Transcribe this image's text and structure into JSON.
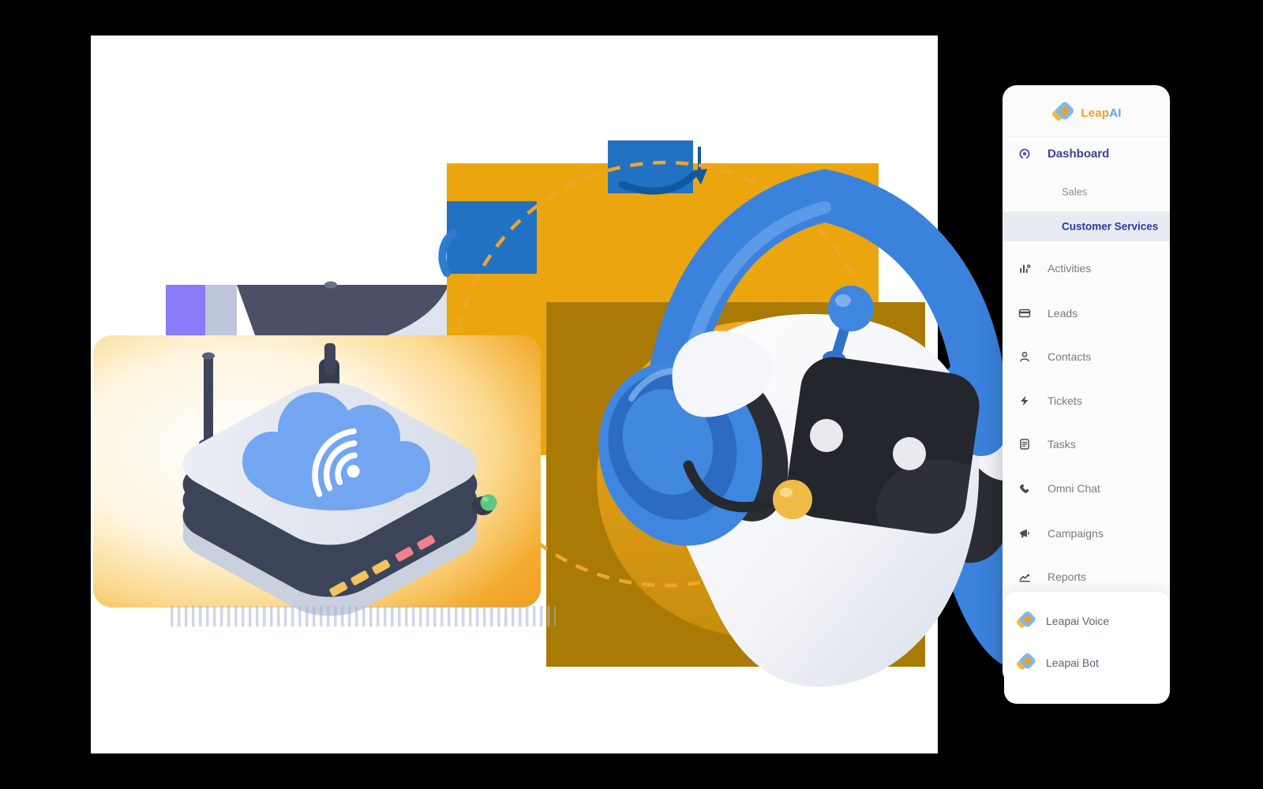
{
  "brand": {
    "logo_text_primary": "Leap",
    "logo_text_secondary": "AI",
    "logo_icon": "leapai-diamond-icon",
    "color_primary": "#F0A11B",
    "color_secondary": "#57A7E6"
  },
  "sidebar": {
    "nav": [
      {
        "label": "Dashboard",
        "icon": "gauge-icon"
      },
      {
        "label": "Sales"
      },
      {
        "label": "Customer Services"
      },
      {
        "label": "Activities",
        "icon": "bar-chart-icon"
      },
      {
        "label": "Leads",
        "icon": "credit-card-icon"
      },
      {
        "label": "Contacts",
        "icon": "person-icon"
      },
      {
        "label": "Tickets",
        "icon": "lightning-icon"
      },
      {
        "label": "Tasks",
        "icon": "clipboard-icon"
      },
      {
        "label": "Omni Chat",
        "icon": "phone-handset-icon"
      },
      {
        "label": "Campaigns",
        "icon": "megaphone-icon"
      },
      {
        "label": "Reports",
        "icon": "trend-chart-icon"
      }
    ],
    "selected_item": "Customer Services",
    "selected_bg": "#E8ECF2",
    "active_color": "#403E92",
    "selected_color": "#2B3A9B",
    "item_color": "#7B7B7B",
    "products": [
      {
        "label": "Leapai Voice",
        "icon": "leapai-diamond-icon"
      },
      {
        "label": "Leapai Bot",
        "icon": "leapai-diamond-icon"
      }
    ]
  },
  "illustration": {
    "router": {
      "icon": "cloud-wifi-router-illustration",
      "card_accent": "#EFA226",
      "cloud_blue": "#73A6F0"
    },
    "robot": {
      "icon": "support-bot-headset-illustration",
      "blue": "#3B82DC",
      "circle_amber": "#E2A117",
      "square_amber": "#A97B06"
    },
    "connector": {
      "icon": "dashed-orbit-path-icon",
      "color": "#EFA62A"
    },
    "transfer_box": {
      "icon": "curved-arrow-icon",
      "bg": "#2272C3"
    },
    "call_box": {
      "icon": "cable-hook-icon",
      "bg": "#2272C3"
    }
  }
}
